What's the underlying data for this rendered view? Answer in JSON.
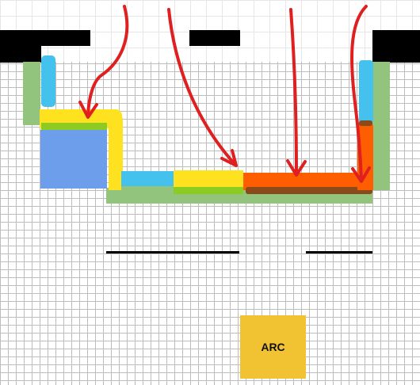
{
  "colors": {
    "wall": "#000000",
    "track_green": "#93c47d",
    "segment_blue": "#45c1ee",
    "segment_yellow": "#ffe21f",
    "block_blue": "#6d9eeb",
    "segment_orange": "#ff5e00",
    "arrow_red": "#e02020",
    "arc_box": "#f1c232"
  },
  "arc_box": {
    "label": "ARC"
  },
  "arrows": {
    "count": 4,
    "direction": "down"
  }
}
